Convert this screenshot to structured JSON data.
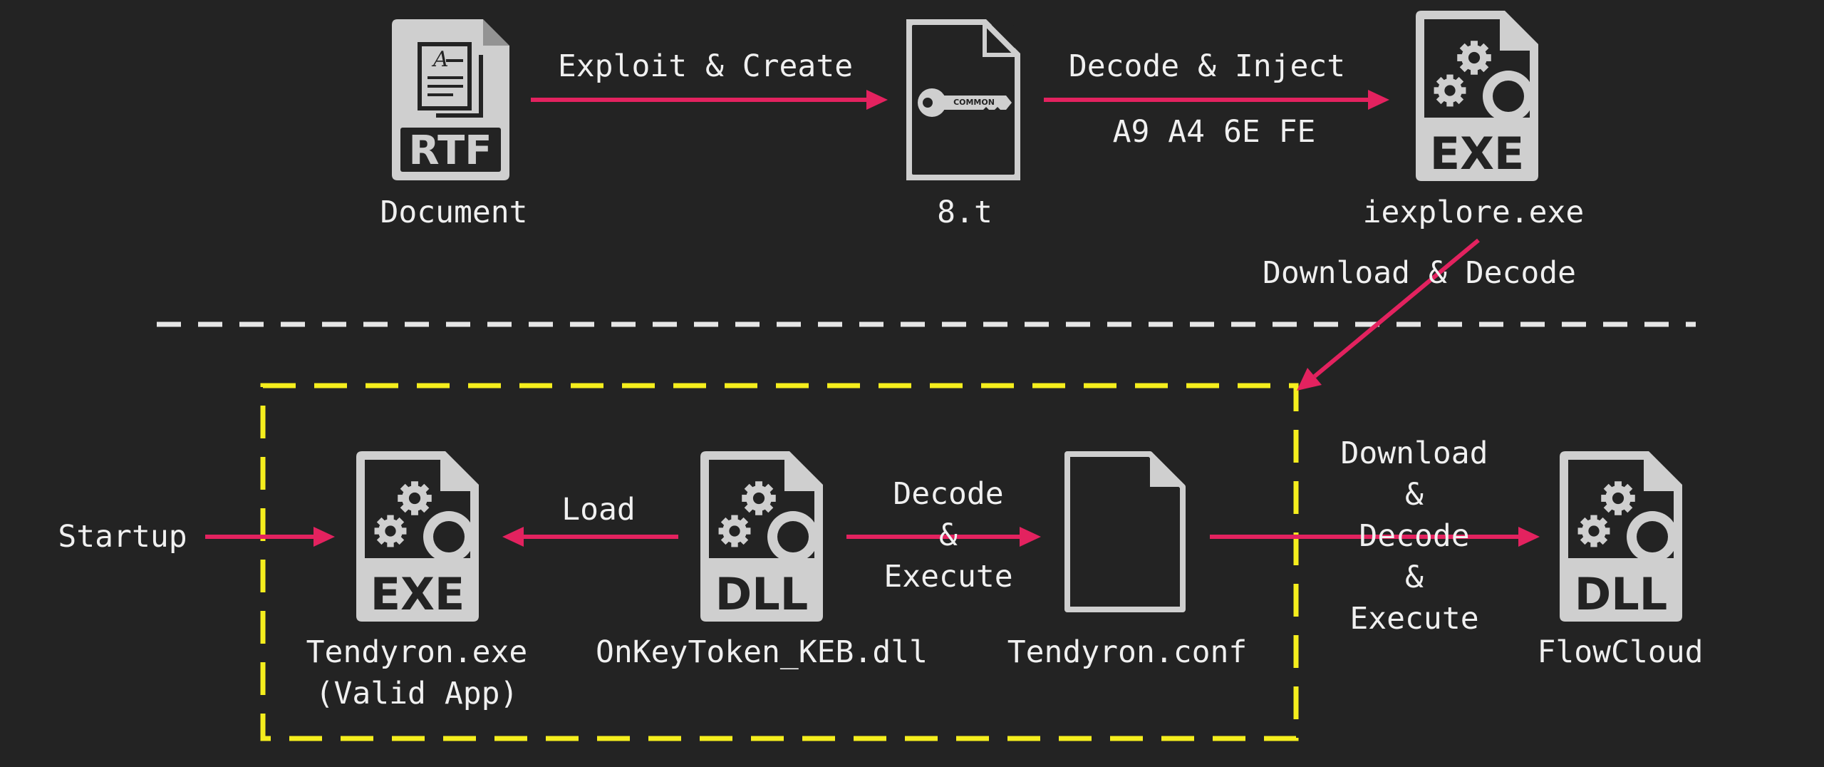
{
  "colors": {
    "background": "#232323",
    "icon": "#cfcfcf",
    "icon_dark": "#232323",
    "arrow": "#e3225f",
    "boundary": "#f5ee1d",
    "divider": "#e6e6e6",
    "text": "#f0f0f0"
  },
  "nodes": {
    "document": {
      "label": "Document",
      "badge": "RTF",
      "icon": "rtf-document-icon"
    },
    "eight_t": {
      "label": "8.t",
      "icon": "key-file-icon",
      "key_text": "COMMON"
    },
    "iexplore": {
      "label": "iexplore.exe",
      "badge": "EXE",
      "icon": "exe-file-icon"
    },
    "tendyron_exe": {
      "label": "Tendyron.exe",
      "sublabel": "(Valid App)",
      "badge": "EXE",
      "icon": "exe-file-icon"
    },
    "onkeytoken": {
      "label": "OnKeyToken_KEB.dll",
      "badge": "DLL",
      "icon": "dll-file-icon"
    },
    "tendyron_conf": {
      "label": "Tendyron.conf",
      "icon": "blank-file-icon"
    },
    "flowcloud": {
      "label": "FlowCloud",
      "badge": "DLL",
      "icon": "dll-file-icon"
    }
  },
  "edges": {
    "exploit_create": {
      "label": "Exploit & Create"
    },
    "decode_inject": {
      "label": "Decode & Inject",
      "sublabel": "A9 A4 6E FE"
    },
    "download_decode": {
      "label": "Download & Decode"
    },
    "startup": {
      "label": "Startup"
    },
    "load": {
      "label": "Load"
    },
    "decode_execute": {
      "lines": [
        "Decode",
        "&",
        "Execute"
      ]
    },
    "download_decode_execute": {
      "lines": [
        "Download",
        "&",
        "Decode",
        "&",
        "Execute"
      ]
    }
  }
}
